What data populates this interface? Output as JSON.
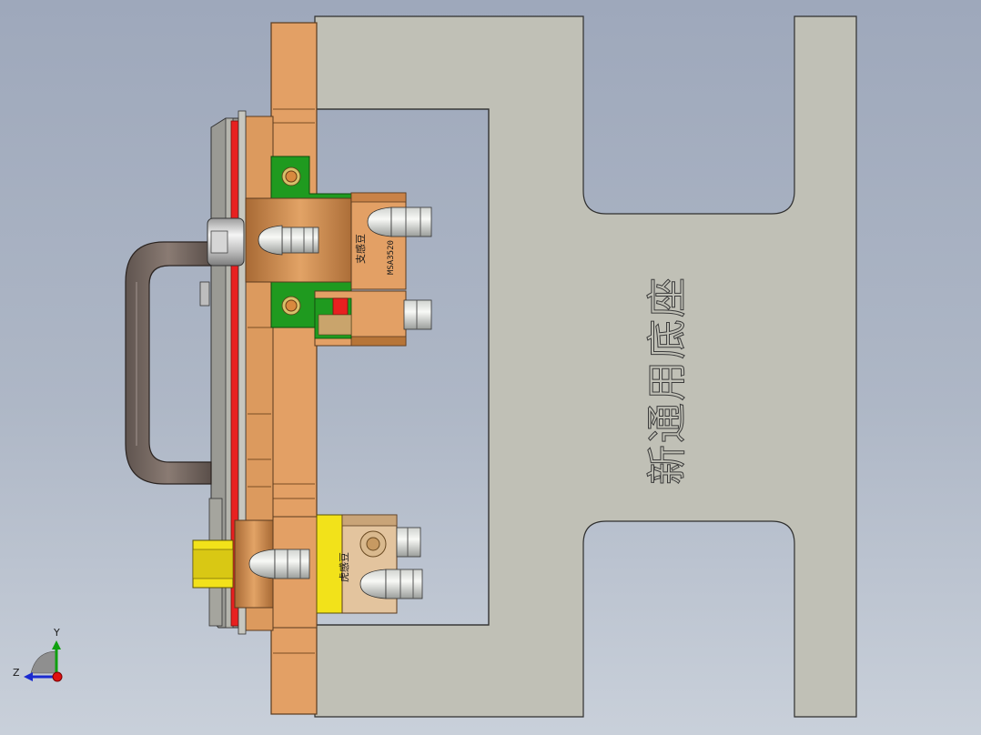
{
  "base_plate": {
    "label": "新通用底座"
  },
  "module_top": {
    "label": "支感豆",
    "code": "MSA3520"
  },
  "module_bottom": {
    "label": "虎感豆"
  },
  "triad": {
    "y_label": "Y",
    "z_label": "Z"
  },
  "colors": {
    "background": "#a7b0c1",
    "base_plate": "#c0c0b6",
    "orange_body": "#e3a065",
    "green_block": "#1f9a1f",
    "yellow_block": "#f2e21a",
    "red_strip": "#e82020",
    "handle": "#7a6a62",
    "cap": "#e8e6e0"
  }
}
